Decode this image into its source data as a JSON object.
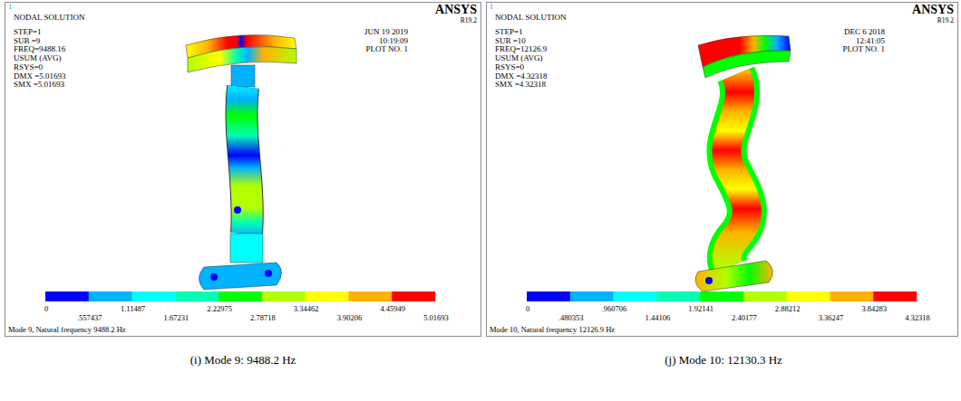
{
  "diagram": {
    "nodes": [
      {
        "text": [
          "1",
          "NODAL SOLUTION",
          "STEP=1",
          "SUB =9",
          "FREQ=9488.16",
          "USUM (AVG)",
          "RSYS=0",
          "DMX =5.01693",
          "SMX =5.01693",
          "ANSYS",
          "R19.2",
          "JUN 19 2019",
          "10:19:09",
          "PLOT NO. 1",
          "0",
          ".557437",
          "1.11487",
          "1.67231",
          "2.22975",
          "2.78718",
          "3.34462",
          "3.90206",
          "4.45949",
          "5.01693",
          "Mode 9, Natural frequency 9488.2 Hz"
        ]
      },
      {
        "text": [
          "1",
          "NODAL SOLUTION",
          "STEP=1",
          "SUB =10",
          "FREQ=12126.9",
          "USUM (AVG)",
          "RSYS=0",
          "DMX =4.32318",
          "SMX =4.32318",
          "ANSYS",
          "R19.2",
          "DEC 6 2018",
          "12:41:05",
          "PLOT NO. 1",
          "0",
          ".480353",
          ".960706",
          "1.44106",
          "1.92141",
          "2.40177",
          "2.88212",
          "3.36247",
          "3.84283",
          "4.32318",
          "Mode 10, Natural frequency 12126.9 Hz"
        ]
      }
    ],
    "labels": [
      "(i) Mode 9: 9488.2 Hz",
      "(j) Mode 10: 12130.3 Hz"
    ]
  }
}
